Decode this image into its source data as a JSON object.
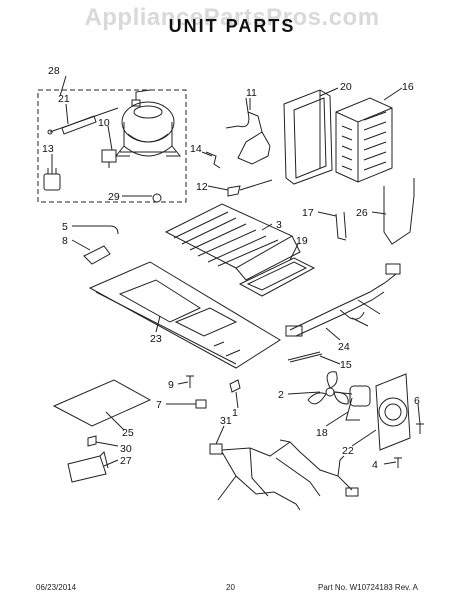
{
  "watermark": "AppliancePartsPros.com",
  "title": "UNIT  PARTS",
  "callouts": [
    "28",
    "21",
    "10",
    "13",
    "29",
    "11",
    "14",
    "12",
    "20",
    "16",
    "5",
    "8",
    "3",
    "19",
    "17",
    "26",
    "23",
    "24",
    "15",
    "9",
    "7",
    "1",
    "2",
    "31",
    "18",
    "22",
    "6",
    "4",
    "25",
    "30",
    "27"
  ],
  "footer": {
    "date": "06/23/2014",
    "page": "20",
    "part_no": "Part No.  W10724183  Rev.  A"
  }
}
